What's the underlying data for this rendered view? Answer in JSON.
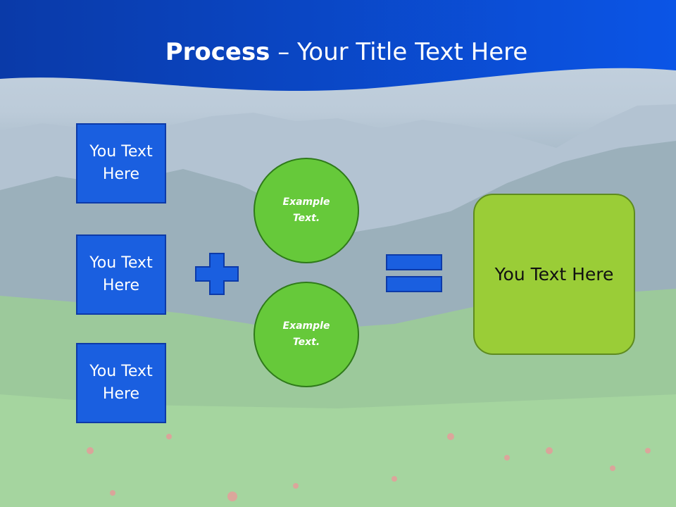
{
  "title": {
    "bold": "Process",
    "rest": " – Your Title Text Here"
  },
  "inputs": [
    "You Text Here",
    "You Text Here",
    "You Text Here"
  ],
  "circles": [
    "Example Text.",
    "Example Text."
  ],
  "result": "You Text Here",
  "icons": [
    "plus-icon",
    "equals-icon"
  ],
  "colors": {
    "header": "#0a3fb3",
    "box": "#1a5fe0",
    "circle": "#66c93a",
    "result": "#9acd37"
  }
}
